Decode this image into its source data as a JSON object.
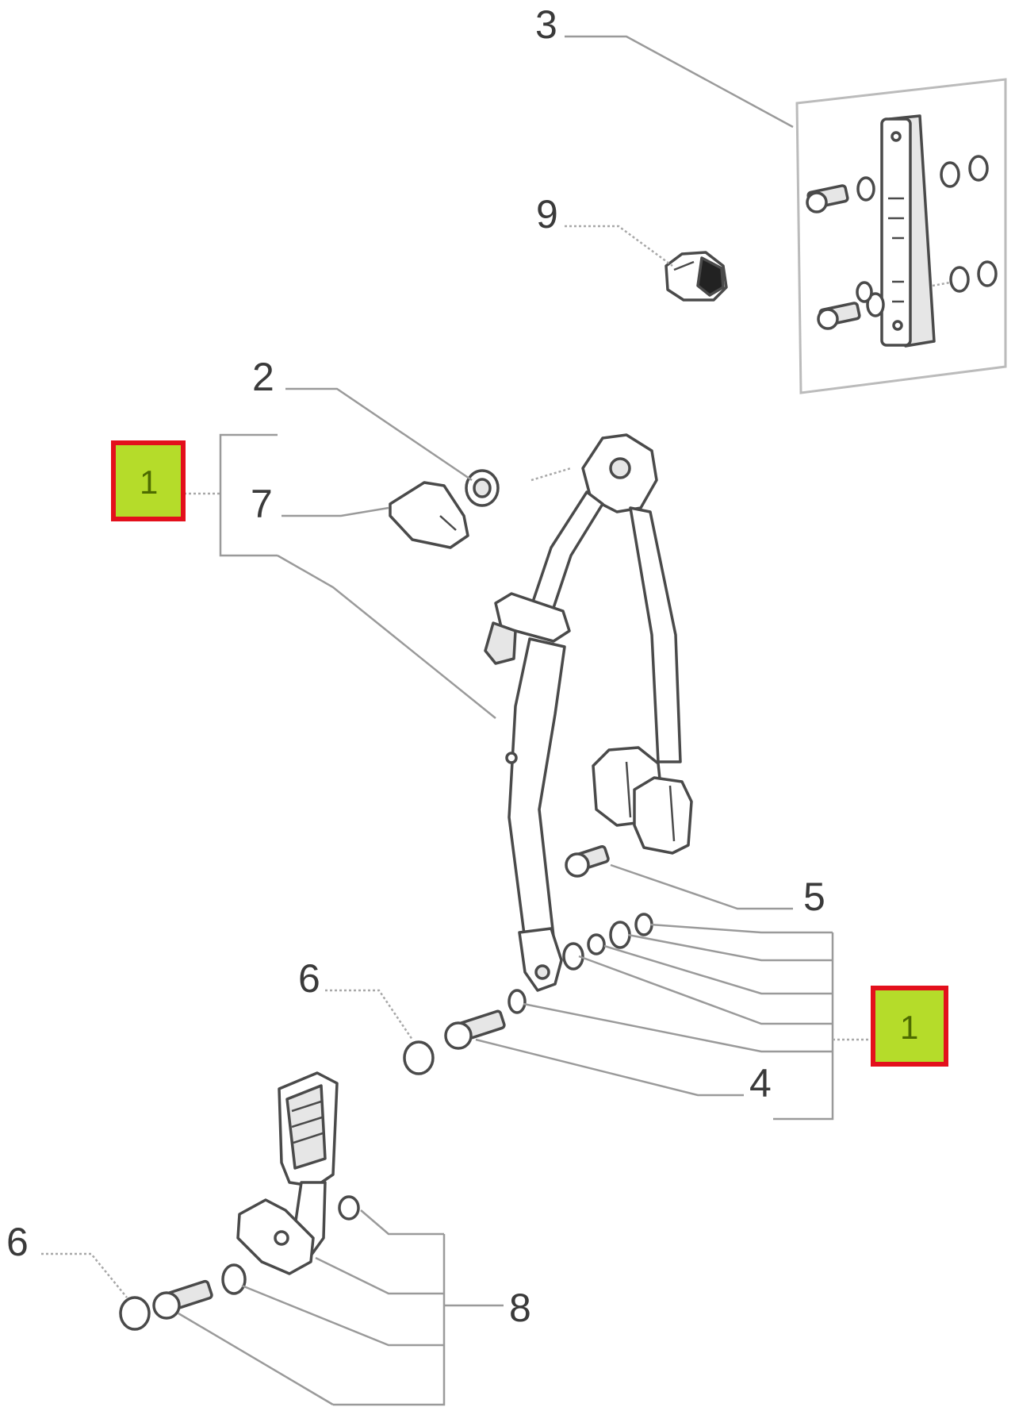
{
  "callouts": {
    "c1_left": "1",
    "c1_right": "1",
    "c2": "2",
    "c3": "3",
    "c4": "4",
    "c5": "5",
    "c6_mid": "6",
    "c6_bottom": "6",
    "c7": "7",
    "c8": "8",
    "c9": "9"
  },
  "colors": {
    "highlight_fill": "#b5dc2a",
    "highlight_border": "#e3101c",
    "line": "#4a4a4a",
    "leader": "#9a9a9a"
  }
}
